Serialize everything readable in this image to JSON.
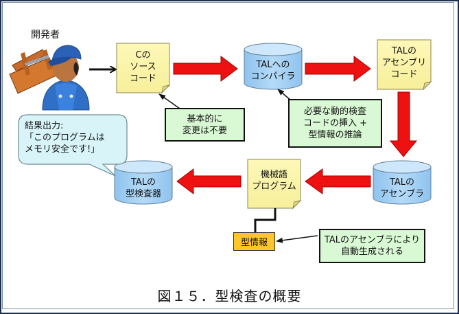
{
  "developer": {
    "label": "開発者",
    "icon": "developer-with-toolbox-icon"
  },
  "nodes": {
    "c_source": {
      "type": "document",
      "lines": [
        "Cの",
        "ソース",
        "コード"
      ]
    },
    "tal_compiler": {
      "type": "cylinder",
      "lines": [
        "TALへの",
        "コンパイラ"
      ]
    },
    "tal_assembly_code": {
      "type": "document",
      "lines": [
        "TALの",
        "アセンブリ",
        "コード"
      ]
    },
    "tal_assembler": {
      "type": "cylinder",
      "lines": [
        "TALの",
        "アセンブラ"
      ]
    },
    "machine_program": {
      "type": "document",
      "lines": [
        "機械語",
        "プログラム"
      ]
    },
    "tal_type_checker": {
      "type": "cylinder",
      "lines": [
        "TALの",
        "型検査器"
      ]
    },
    "type_info": {
      "type": "box",
      "label": "型情報"
    }
  },
  "annotations": {
    "no_change": {
      "lines": [
        "基本的に",
        "変更は不要"
      ]
    },
    "insert_checks": {
      "lines": [
        "必要な動的検査",
        "コードの挿入 +",
        "型情報の推論"
      ]
    },
    "auto_generated": {
      "lines": [
        "TALのアセンブラにより",
        "自動生成される"
      ]
    }
  },
  "callout": {
    "lines": [
      "結果出力:",
      "「このプログラムは",
      "メモリ安全です!」"
    ]
  },
  "caption": "図１５．型検査の概要",
  "colors": {
    "note_fill": "#fbf5a8",
    "cylinder_fill": "#a9d3f5",
    "cylinder_top": "#cfe7fb",
    "annotation_fill": "#d9f8d4",
    "type_info_fill": "#ffc629",
    "flow_arrow": "#ee1111",
    "callout_fill": "#d8f4f8",
    "frame": "#1f2f4f"
  }
}
